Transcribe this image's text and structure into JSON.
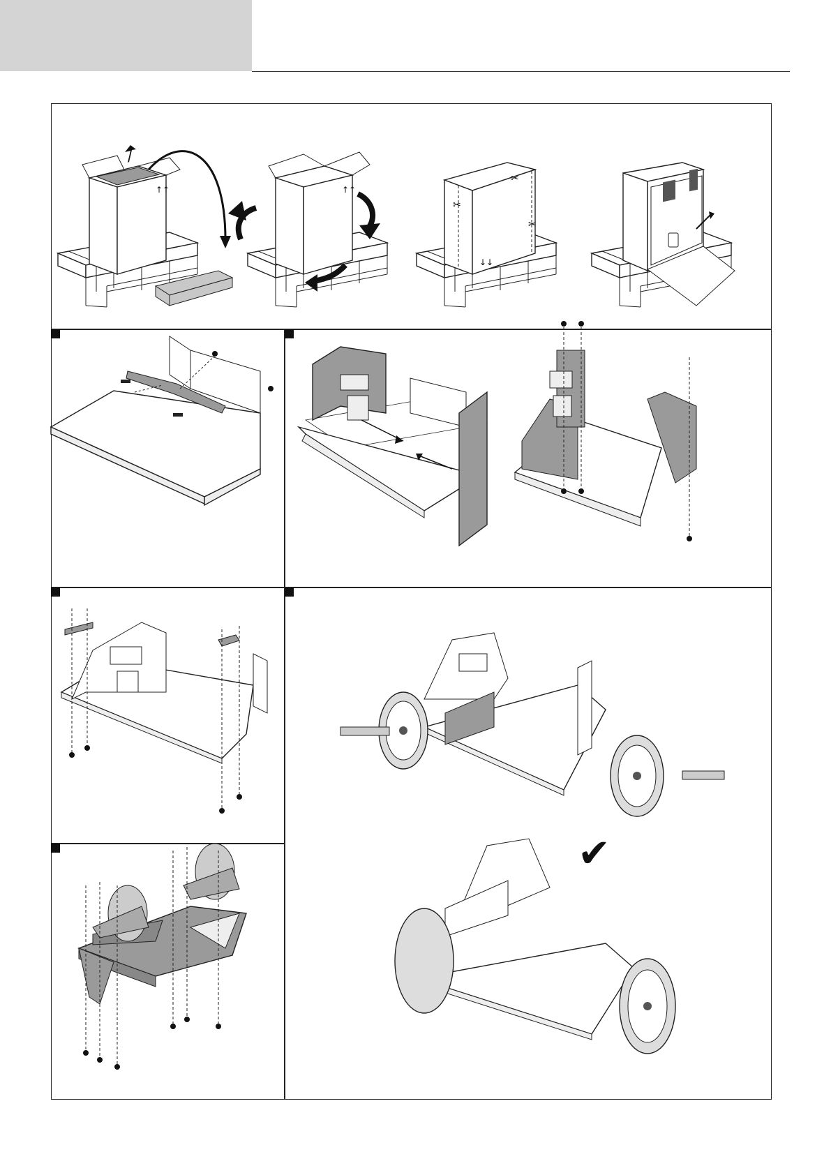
{
  "document": {
    "type": "assembly-instructions",
    "colors": {
      "header_tab": "#d4d4d4",
      "line": "#222222",
      "fill_dark": "#9a9a9a",
      "fill_mid": "#c8c8c8",
      "fill_light": "#eeeeee"
    }
  },
  "panels": [
    {
      "id": "unpacking",
      "marker": "",
      "icon": "box-unpacking-icon"
    },
    {
      "id": "step-plate-rail",
      "marker": "",
      "icon": "plate-rail-icon"
    },
    {
      "id": "step-side-frames",
      "marker": "",
      "icon": "side-frames-icon"
    },
    {
      "id": "step-brackets",
      "marker": "",
      "icon": "brackets-icon"
    },
    {
      "id": "step-wheels",
      "marker": "",
      "icon": "wheels-icon"
    },
    {
      "id": "step-castors",
      "marker": "",
      "icon": "castors-icon"
    }
  ],
  "symbols": {
    "check": "✔"
  }
}
